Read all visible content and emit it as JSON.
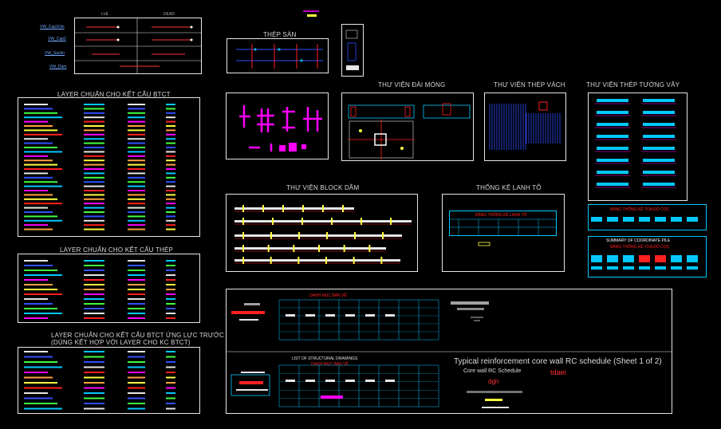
{
  "rebar_legend": {
    "headers": [
      "LVE",
      "DEAD"
    ],
    "rows": [
      {
        "label": "VW_Cap3/Jin"
      },
      {
        "label": "VW_Cap2"
      },
      {
        "label": "VW_Sac0n"
      },
      {
        "label": "VW_Dam"
      }
    ]
  },
  "panels": {
    "thep_san": "THÉP SÀN",
    "layer_btct": "LAYER CHUẨN CHO KẾT CẤU BTCT",
    "thu_vien_dai_mong": "THƯ VIỆN ĐÀI MÓNG",
    "thu_vien_thep_vach": "THƯ VIỆN THÉP VÁCH",
    "thu_vien_thep_tuong_vay": "THƯ VIỆN THÉP TƯỜNG VÂY",
    "layer_thep": "LAYER CHUẨN CHO KẾT CẤU THÉP",
    "thu_vien_block_dam": "THƯ VIỆN BLOCK DẦM",
    "thong_ke_lanh_to": "THỐNG KÊ LANH TÔ",
    "layer_ung_luc_truoc_1": "LAYER CHUẨN CHO KẾT CẤU BTCT ỨNG LỰC TRƯỚC",
    "layer_ung_luc_truoc_2": "(DÙNG KẾT HỢP VỚI LAYER CHO KC BTCT)"
  },
  "tables": {
    "lanh_to_header": "BẢNG THỐNG KÊ LANH TÔ",
    "toa_do_coc": "BẢNG THỐNG KÊ TỌA ĐỘ CỌC",
    "summary_coord": "SUMMARY OF COORDINATE PILE",
    "toa_do_coc_2": "BẢNG THỐNG KÊ TỌA ĐỘ CỌC",
    "danh_muc": "DANH MỤC BẢN VẼ",
    "list_drawings": "LIST OF STRUCTURAL DRAWINGS",
    "danh_muc_2": "DANH MỤC BẢN VẼ"
  },
  "cad_text": {
    "core_wall_title": "Typical reinforcement core wall RC schedule (Sheet 1 of 2)",
    "core_wall_sub": "Core wall RC Schedule",
    "dgh": "dgh",
    "tdaei": "tdaei"
  },
  "colors": {
    "background": "#000000",
    "frame": "#e6e6e6",
    "cyan": "#00c8ff",
    "magenta": "#ff00ff",
    "red": "#ff2020",
    "blue": "#3050ff",
    "yellow": "#ffff40"
  }
}
